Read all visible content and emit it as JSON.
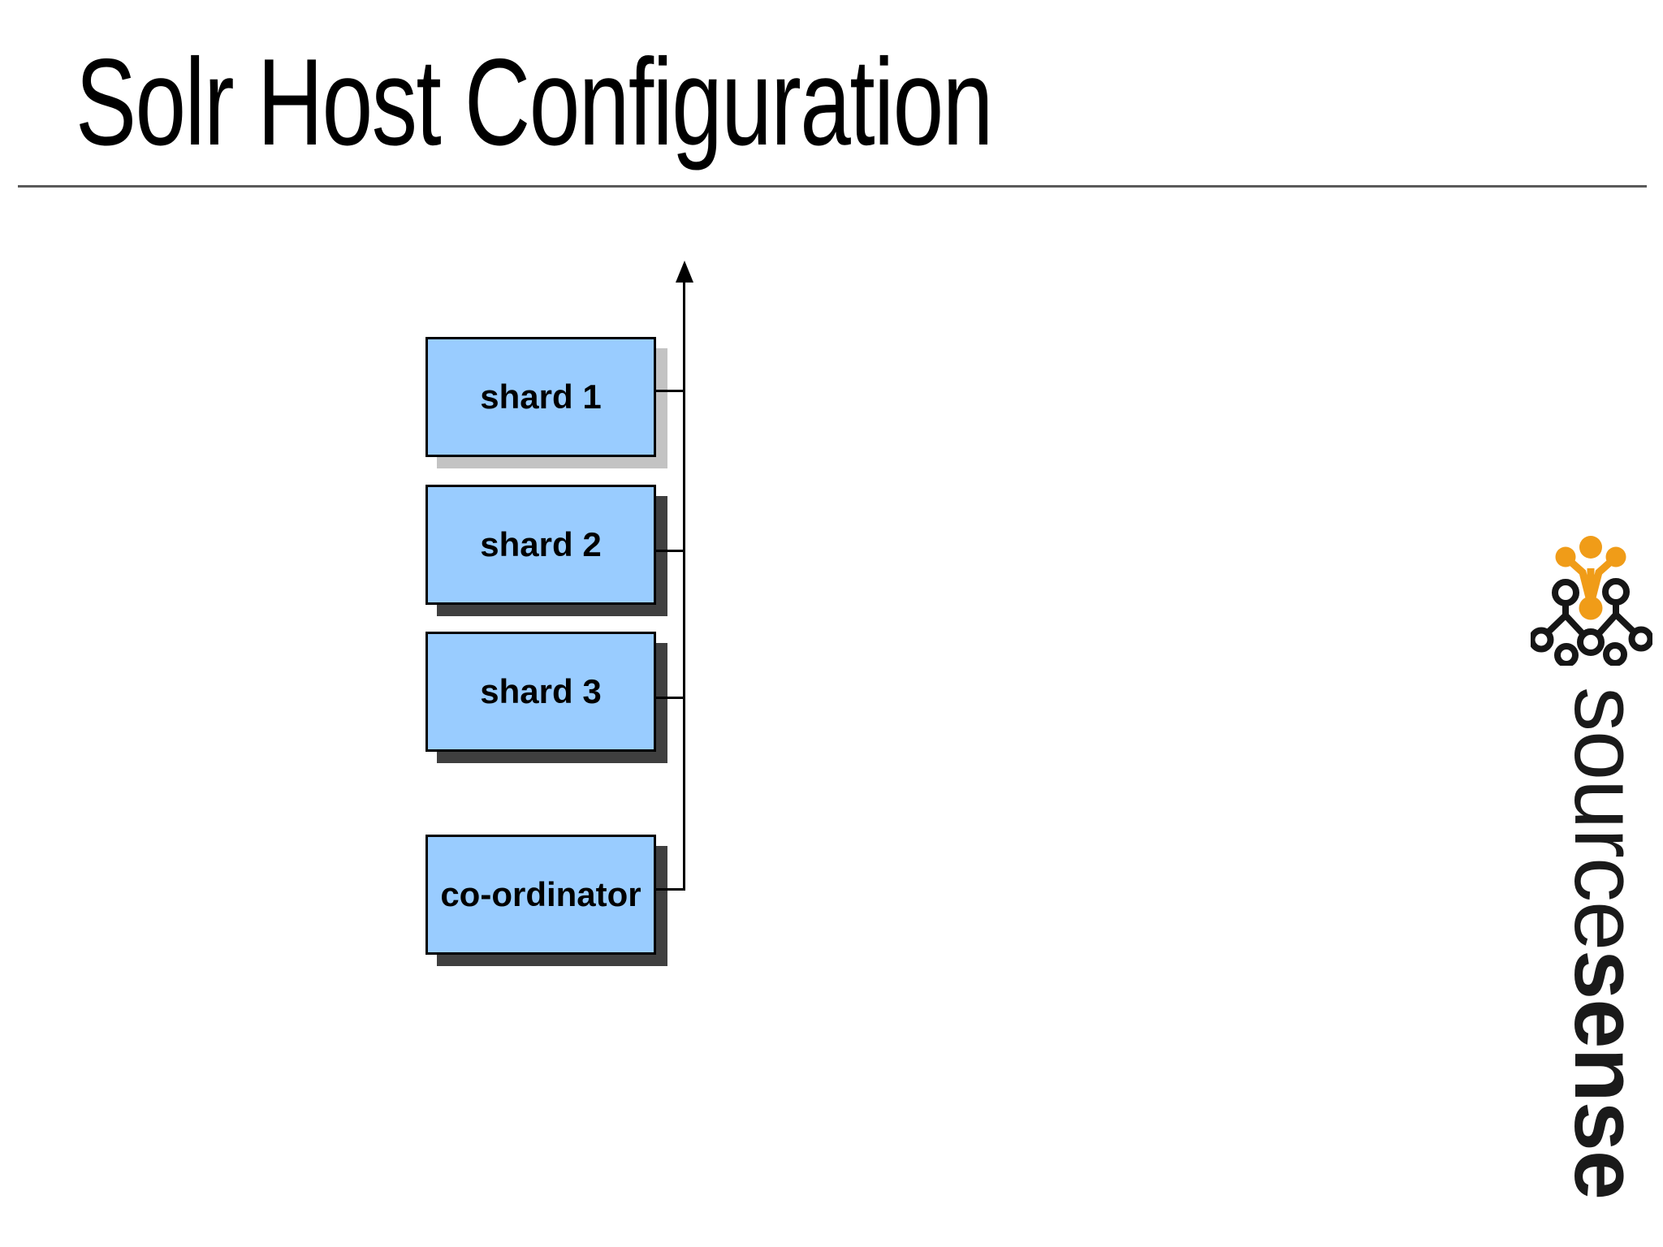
{
  "slide": {
    "title": "Solr Host Configuration"
  },
  "diagram": {
    "description": "Four host boxes connected to a single vertical upward arrow (request axis)",
    "axis": {
      "direction": "up",
      "color": "#000000"
    },
    "nodes": [
      {
        "id": "shard-1",
        "label": "shard 1"
      },
      {
        "id": "shard-2",
        "label": "shard 2"
      },
      {
        "id": "shard-3",
        "label": "shard 3"
      },
      {
        "id": "coordinator",
        "label": "co-ordinator"
      }
    ]
  },
  "branding": {
    "logo_text_light": "source",
    "logo_text_bold": "sense",
    "icon": "sourcesense-molecule-network"
  },
  "colors": {
    "background": "#FFFFFF",
    "box_fill": "#99CCFF",
    "box_border": "#000000",
    "shadow_light": "#C3C3C3",
    "shadow_dark": "#3F3F3F",
    "title_rule": "#5A5A5A",
    "logo_orange": "#F09C18",
    "logo_black": "#161616"
  }
}
